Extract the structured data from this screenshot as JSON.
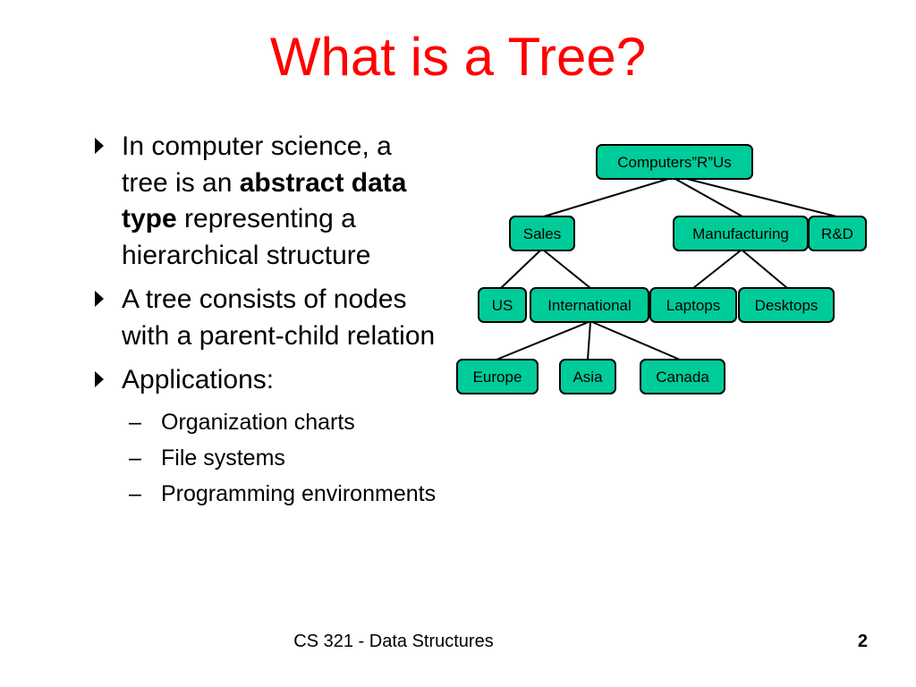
{
  "slide": {
    "title": "What is a Tree?",
    "bullets": [
      {
        "parts": [
          {
            "text": "In computer science, a tree is an ",
            "bold": false
          },
          {
            "text": "abstract data type",
            "bold": true
          },
          {
            "text": " representing a hierarchical structure",
            "bold": false
          }
        ]
      },
      {
        "parts": [
          {
            "text": "A tree consists of nodes with a parent-child relation",
            "bold": false
          }
        ]
      },
      {
        "parts": [
          {
            "text": "Applications:",
            "bold": false
          }
        ],
        "subitems": [
          "Organization charts",
          "File systems",
          "Programming environments"
        ]
      }
    ],
    "footer": {
      "course": "CS 321 - Data Structures",
      "page": "2"
    }
  },
  "diagram": {
    "colors": {
      "node_fill": "#00cc99",
      "node_stroke": "#000000",
      "edge": "#000000",
      "text": "#000000"
    },
    "nodes": [
      {
        "id": "root",
        "label": "Computers”R”Us"
      },
      {
        "id": "sales",
        "label": "Sales"
      },
      {
        "id": "manufacturing",
        "label": "Manufacturing"
      },
      {
        "id": "rd",
        "label": "R&D"
      },
      {
        "id": "us",
        "label": "US"
      },
      {
        "id": "international",
        "label": "International"
      },
      {
        "id": "laptops",
        "label": "Laptops"
      },
      {
        "id": "desktops",
        "label": "Desktops"
      },
      {
        "id": "europe",
        "label": "Europe"
      },
      {
        "id": "asia",
        "label": "Asia"
      },
      {
        "id": "canada",
        "label": "Canada"
      }
    ],
    "edges": [
      {
        "from": "root",
        "to": "sales"
      },
      {
        "from": "root",
        "to": "manufacturing"
      },
      {
        "from": "root",
        "to": "rd"
      },
      {
        "from": "sales",
        "to": "us"
      },
      {
        "from": "sales",
        "to": "international"
      },
      {
        "from": "manufacturing",
        "to": "laptops"
      },
      {
        "from": "manufacturing",
        "to": "desktops"
      },
      {
        "from": "international",
        "to": "europe"
      },
      {
        "from": "international",
        "to": "asia"
      },
      {
        "from": "international",
        "to": "canada"
      }
    ]
  }
}
